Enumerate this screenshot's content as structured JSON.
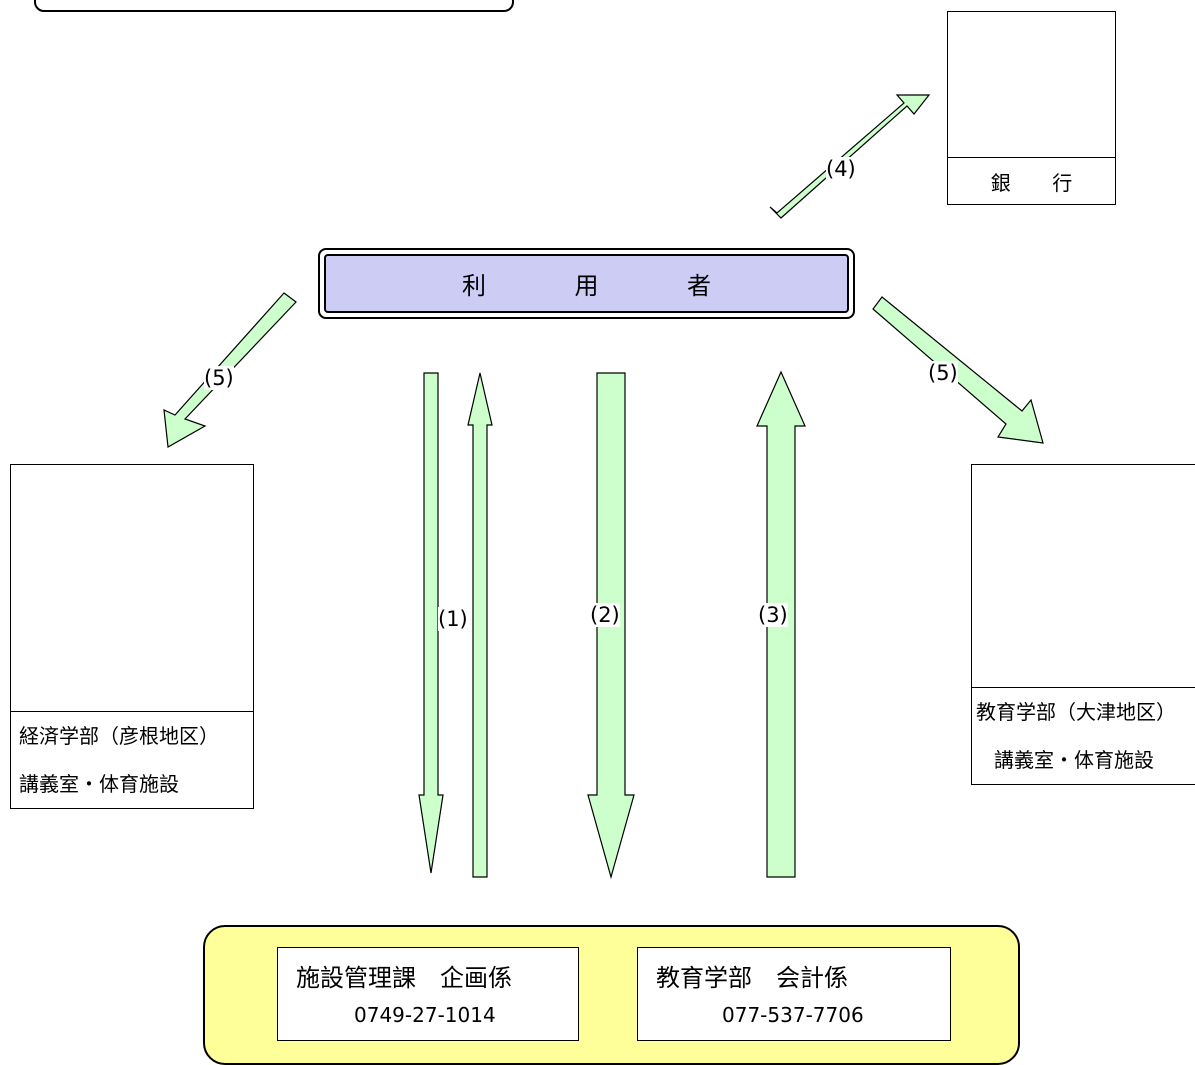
{
  "user_label": [
    "利",
    "用",
    "者"
  ],
  "bank": {
    "label": [
      "銀",
      "行"
    ]
  },
  "arrows": {
    "one": "(1)",
    "two": "(2)",
    "three": "(3)",
    "four": "(4)",
    "five_left": "(5)",
    "five_right": "(5)"
  },
  "facilities": {
    "left": {
      "line1": "経済学部（彦根地区）",
      "line2": "講義室・体育施設"
    },
    "right": {
      "line1": "教育学部（大津地区）",
      "line2": "講義室・体育施設"
    }
  },
  "offices": [
    {
      "name": "施設管理課　企画係",
      "tel": "0749-27-1014"
    },
    {
      "name": "教育学部　会計係",
      "tel": "077-537-7706"
    }
  ],
  "colors": {
    "arrow_fill": "#ccffcc",
    "user_fill": "#ccccf5",
    "office_panel_fill": "#ffff99",
    "bank_icon": "#9999ff",
    "building_blue": "#1f6fe0",
    "building_teal": "#2ee0c4"
  }
}
